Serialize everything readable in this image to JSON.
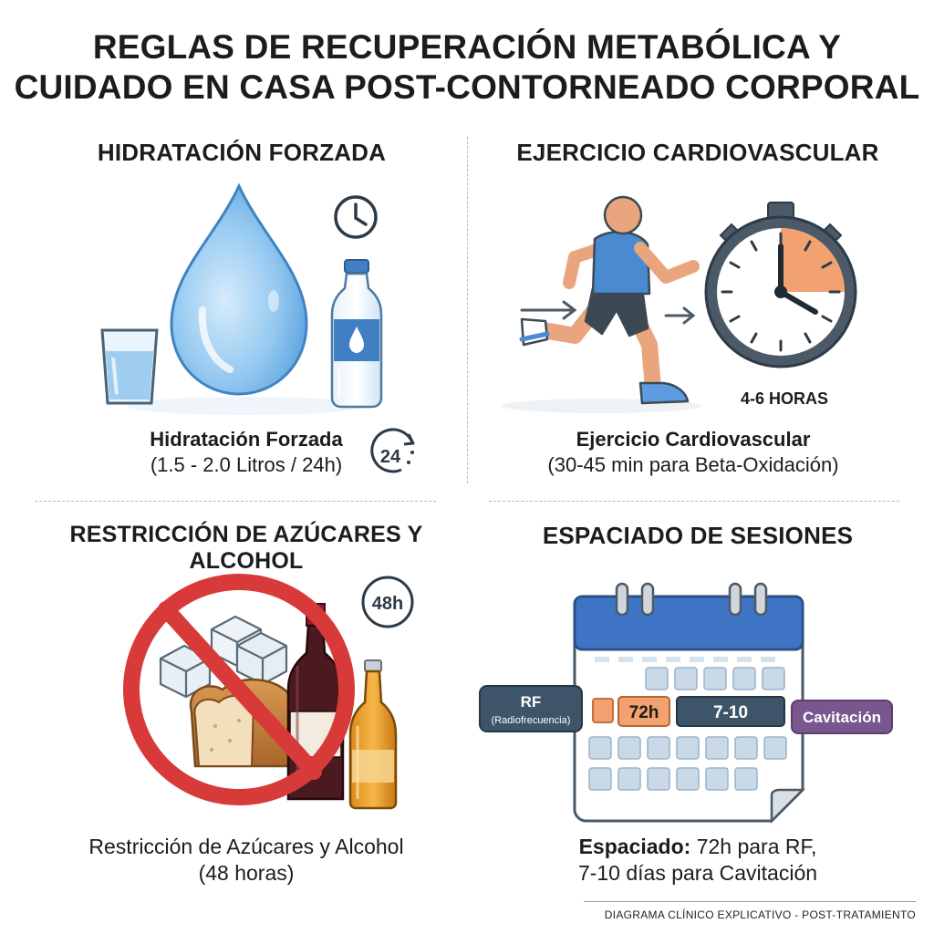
{
  "title_line1": "REGLAS DE RECUPERACIÓN METABÓLICA Y",
  "title_line2": "CUIDADO EN CASA POST-CONTORNEADO CORPORAL",
  "hydration": {
    "heading": "HIDRATACIÓN FORZADA",
    "caption_title": "Hidratación Forzada",
    "caption_detail": "(1.5 - 2.0 Litros / 24h)",
    "badge": "24"
  },
  "cardio": {
    "heading": "EJERCICIO CARDIOVASCULAR",
    "timer_label": "4-6 HORAS",
    "caption_title": "Ejercicio Cardiovascular",
    "caption_detail": "(30-45 min para Beta-Oxidación)"
  },
  "restriction": {
    "heading": "RESTRICCIÓN DE AZÚCARES Y ALCOHOL",
    "badge": "48h",
    "caption_title": "Restricción de Azúcares y Alcohol",
    "caption_detail": "(48 horas)"
  },
  "spacing": {
    "heading": "ESPACIADO DE SESIONES",
    "rf_label": "RF",
    "rf_sub": "(Radiofrecuencia)",
    "interval_72": "72h",
    "interval_710": "7-10",
    "cavitation_label": "Cavitación",
    "caption_strong": "Espaciado:",
    "caption_line1_rest": " 72h para RF,",
    "caption_line2": "7-10 días para Cavitación"
  },
  "footer": "DIAGRAMA CLÍNICO EXPLICATIVO - POST-TRATAMIENTO",
  "colors": {
    "water_blue": "#6fb4e8",
    "runner_shirt": "#4a8ad0",
    "timer_accent": "#f2a171",
    "prohibition_red": "#d83a3a",
    "calendar_header": "#3f74c4",
    "rf_tag": "#3d5469",
    "cavitation_tag": "#7a568f"
  }
}
